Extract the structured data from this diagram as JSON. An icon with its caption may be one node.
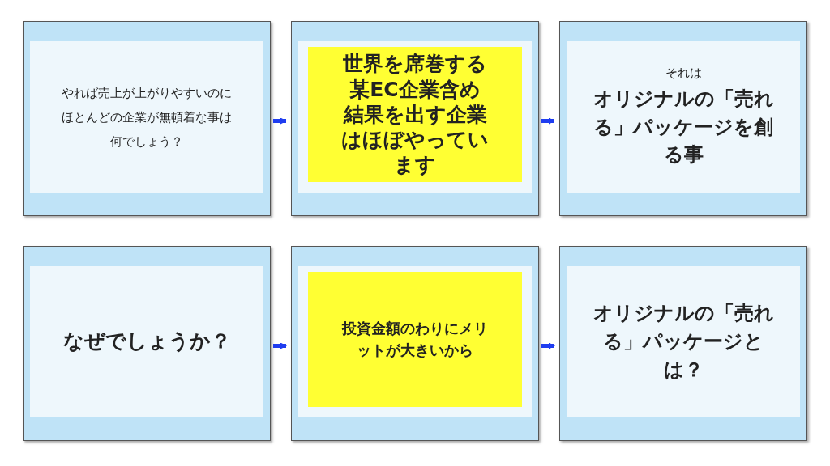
{
  "diagram": {
    "nodes": [
      {
        "text": [
          "やれば売上が上がりやすいのにほとんどの企業が無頓着な事は何でしょう？"
        ]
      },
      {
        "text": [],
        "shape": "box"
      },
      {
        "text": [
          "世界を席巻する某EC企業含め結果を出す企業はほぼやっています"
        ],
        "in": 1
      },
      {
        "text": [
          "それは",
          "オリジナルの「売れる」パッケージを創る事"
        ]
      },
      {
        "text": [
          "なぜでしょうか？"
        ]
      },
      {
        "text": [],
        "shape": "box"
      },
      {
        "text": [
          "投資金額のわりにメリットが大きいから"
        ],
        "in": 5
      },
      {
        "text": [
          "オリジナルの「売れる」パッケージとは？"
        ]
      }
    ],
    "edges": [
      {
        "from": 0,
        "to": 1,
        "arrow": "to"
      },
      {
        "from": 1,
        "to": 3,
        "arrow": "to"
      },
      {
        "from": 4,
        "to": 5,
        "arrow": "to"
      },
      {
        "from": 5,
        "to": 7,
        "arrow": "to"
      }
    ]
  }
}
